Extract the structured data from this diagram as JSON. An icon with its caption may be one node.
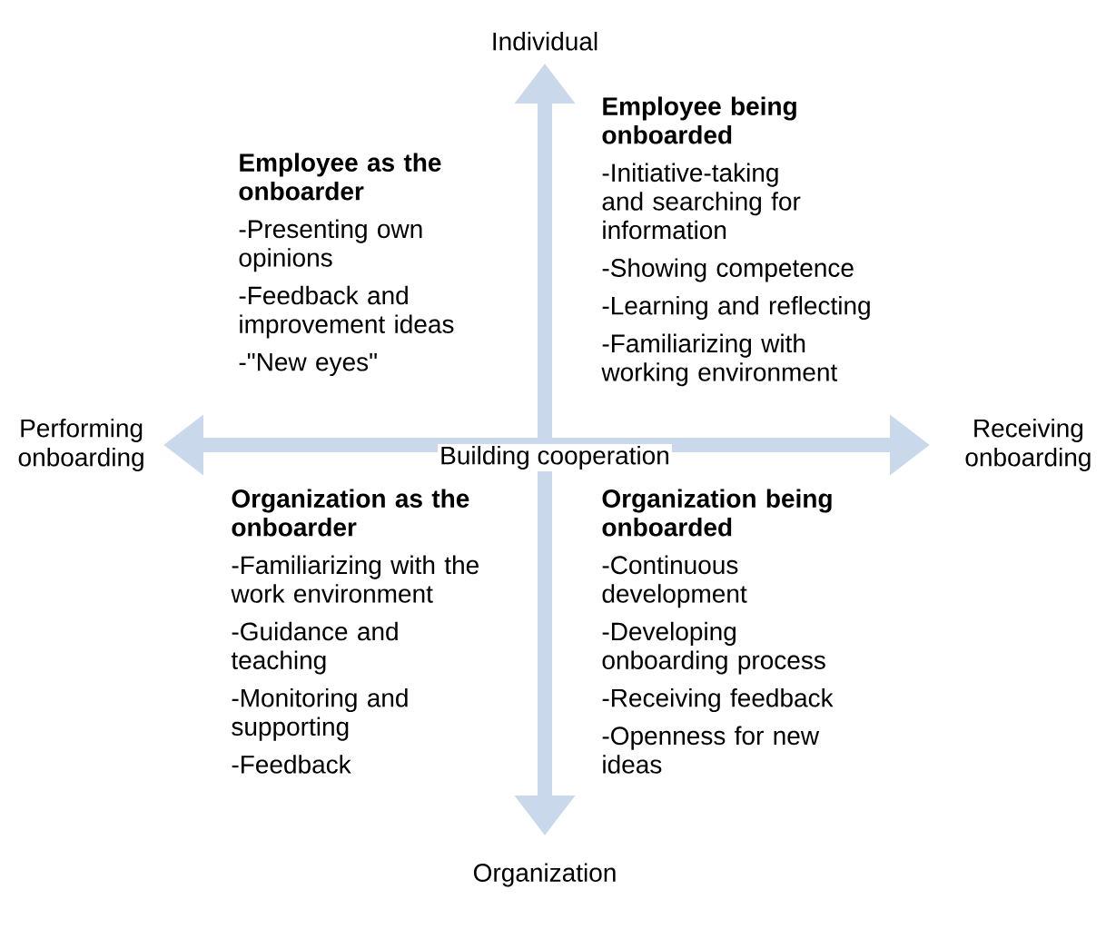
{
  "diagram": {
    "nodes": [
      {
        "text": [
          "Individual"
        ]
      },
      {
        "text": [
          "Organization"
        ]
      },
      {
        "text": [
          "Performing onboarding"
        ]
      },
      {
        "text": [
          "Receiving onboarding"
        ]
      },
      {
        "text": [
          "Employee as the onboarder",
          "-Presenting own opinions",
          "-Feedback and improvement ideas",
          "-\"New eyes\""
        ]
      },
      {
        "text": [
          "Employee being onboarded",
          "-Initiative-taking and searching for information",
          "-Showing competence",
          "-Learning and reflecting",
          "-Familiarizing with working environment"
        ]
      },
      {
        "text": [
          "Organization as the onboarder",
          "-Familiarizing with the work environment",
          "-Guidance and teaching",
          "-Monitoring and supporting",
          "-Feedback"
        ]
      },
      {
        "text": [
          "Organization being onboarded",
          "-Continuous development",
          "-Developing onboarding process",
          "-Receiving feedback",
          "-Openness for new ideas"
        ]
      }
    ],
    "edges": [
      {
        "from": 0,
        "to": 1,
        "arrow": "both"
      },
      {
        "from": 2,
        "to": 3,
        "arrow": "both",
        "label": "Building cooperation"
      }
    ]
  }
}
